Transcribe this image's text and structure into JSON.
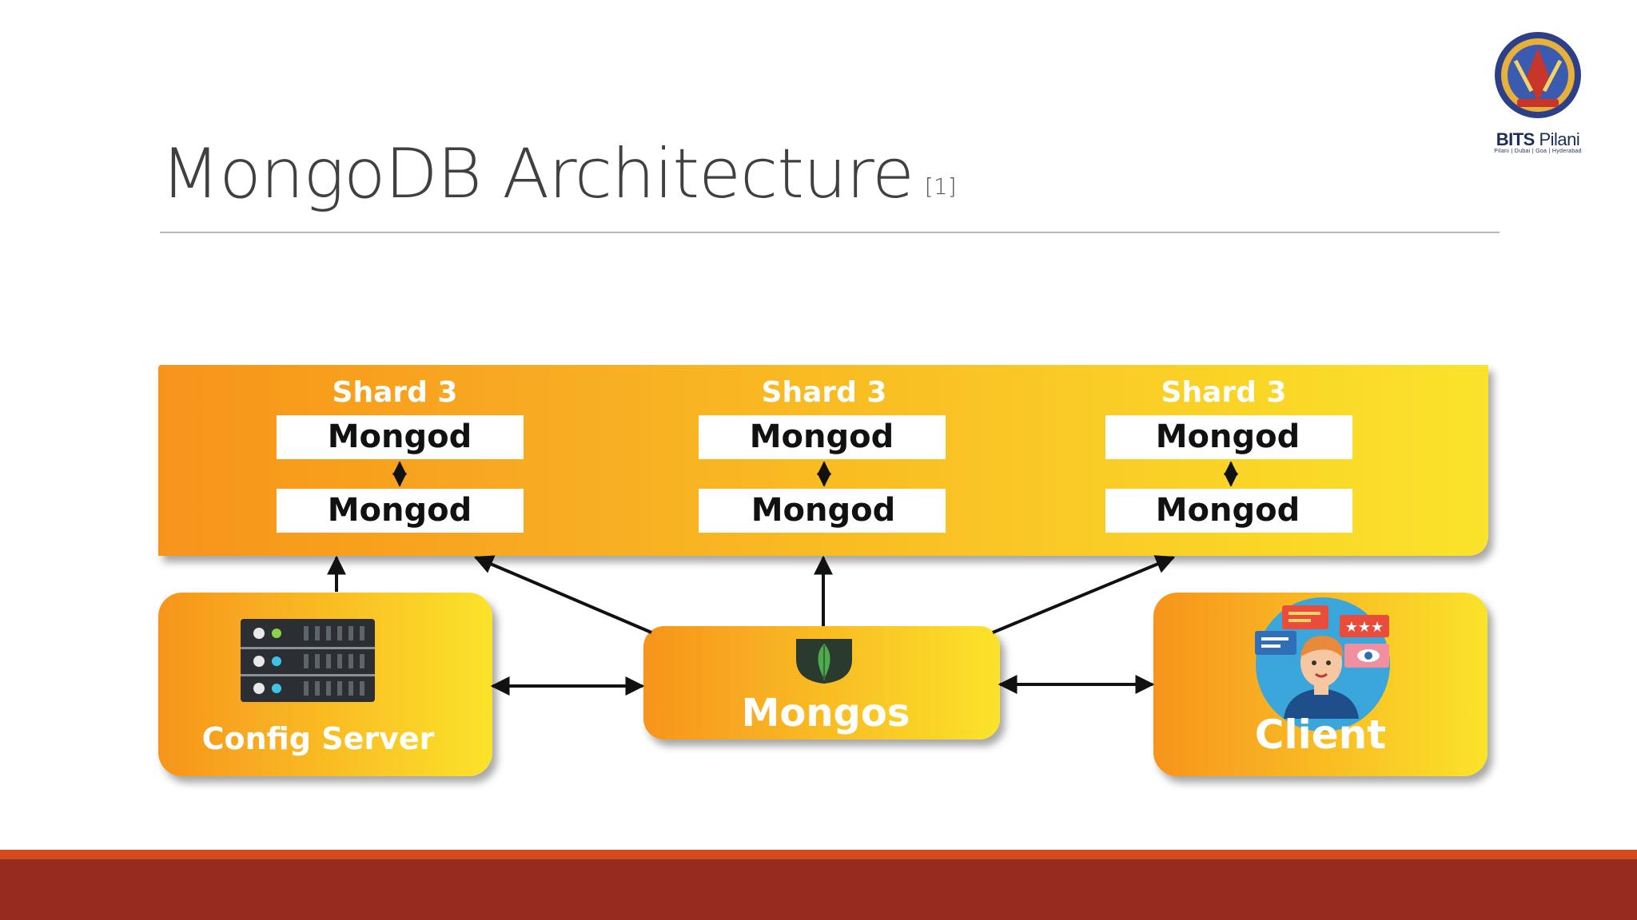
{
  "slide": {
    "title": "MongoDB Architecture",
    "reference": "[1]"
  },
  "logo": {
    "name": "BITS",
    "name_suffix": "Pilani",
    "campuses": "Pilani | Dubai | Goa | Hyderabad"
  },
  "diagram": {
    "shards": [
      {
        "label": "Shard 3",
        "nodes": [
          "Mongod",
          "Mongod"
        ]
      },
      {
        "label": "Shard 3",
        "nodes": [
          "Mongod",
          "Mongod"
        ]
      },
      {
        "label": "Shard 3",
        "nodes": [
          "Mongod",
          "Mongod"
        ]
      }
    ],
    "config_server": {
      "label": "Config Server",
      "icon": "server-rack-icon"
    },
    "router": {
      "label": "Mongos",
      "icon": "mongodb-leaf-icon"
    },
    "client": {
      "label": "Client",
      "icon": "user-with-chat-bubbles-icon"
    }
  },
  "colors": {
    "gradient_start": "#f7941d",
    "gradient_end": "#fbe32a",
    "footer_top": "#d24c1f",
    "footer": "#982b20",
    "arrow": "#111111"
  }
}
